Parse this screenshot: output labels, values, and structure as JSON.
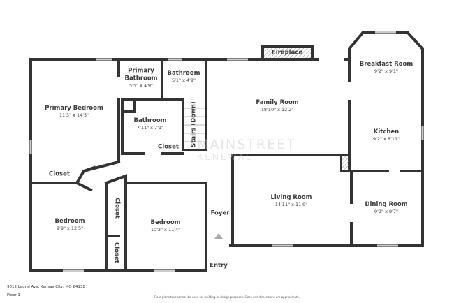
{
  "rooms": {
    "primary_bedroom": {
      "name": "Primary Bedroom",
      "dim": "11'3\" x 14'5\""
    },
    "primary_bathroom": {
      "name": "Primary Bathroom",
      "dim": "5'5\" x 4'9\""
    },
    "bathroom_small": {
      "name": "Bathroom",
      "dim": "5'1\" x 4'9\""
    },
    "bathroom": {
      "name": "Bathroom",
      "dim": "7'11\" x 7'1\""
    },
    "stairs": {
      "name": "Stairs (Down)"
    },
    "closet_hall": {
      "name": "Closet"
    },
    "closet_left": {
      "name": "Closet"
    },
    "closet_a": {
      "name": "Closet"
    },
    "closet_b": {
      "name": "Closet"
    },
    "bedroom1": {
      "name": "Bedroom",
      "dim": "9'9\" x 12'5\""
    },
    "bedroom2": {
      "name": "Bedroom",
      "dim": "10'2\" x 11'4\""
    },
    "family_room": {
      "name": "Family Room",
      "dim": "18'10\" x 12'2\""
    },
    "fireplace": {
      "name": "Fireplace"
    },
    "breakfast_room": {
      "name": "Breakfast Room",
      "dim": "9'2\" x 9'1\""
    },
    "kitchen": {
      "name": "Kitchen",
      "dim": "9'2\" x 8'11\""
    },
    "living_room": {
      "name": "Living Room",
      "dim": "14'11\" x 11'9\""
    },
    "dining_room": {
      "name": "Dining Room",
      "dim": "9'2\" x 9'7\""
    },
    "foyer": {
      "name": "Foyer"
    },
    "entry": {
      "name": "Entry"
    }
  },
  "watermark": {
    "line1": "MAINSTREET",
    "line2": "RENEWAL"
  },
  "footer": {
    "address": "9012 Laurel Ave, Kansas City, MO 64138",
    "floor": "Floor 1",
    "disclaimer": "Floor plans/tour cannot be used for building or design purposes. Sizes and dimensions are approximate."
  }
}
